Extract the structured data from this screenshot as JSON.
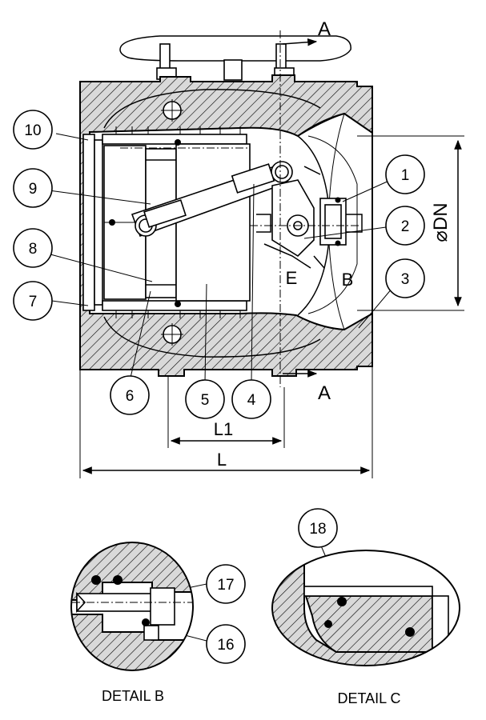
{
  "section_labels": {
    "top": "A",
    "bottom": "A",
    "e": "E",
    "b": "B"
  },
  "dimensions": {
    "diameter": "⌀DN",
    "l1": "L1",
    "l": "L"
  },
  "callouts": [
    "1",
    "2",
    "3",
    "4",
    "5",
    "6",
    "7",
    "8",
    "9",
    "10",
    "16",
    "17",
    "18"
  ],
  "details": {
    "b": "DETAIL B",
    "c": "DETAIL C"
  }
}
